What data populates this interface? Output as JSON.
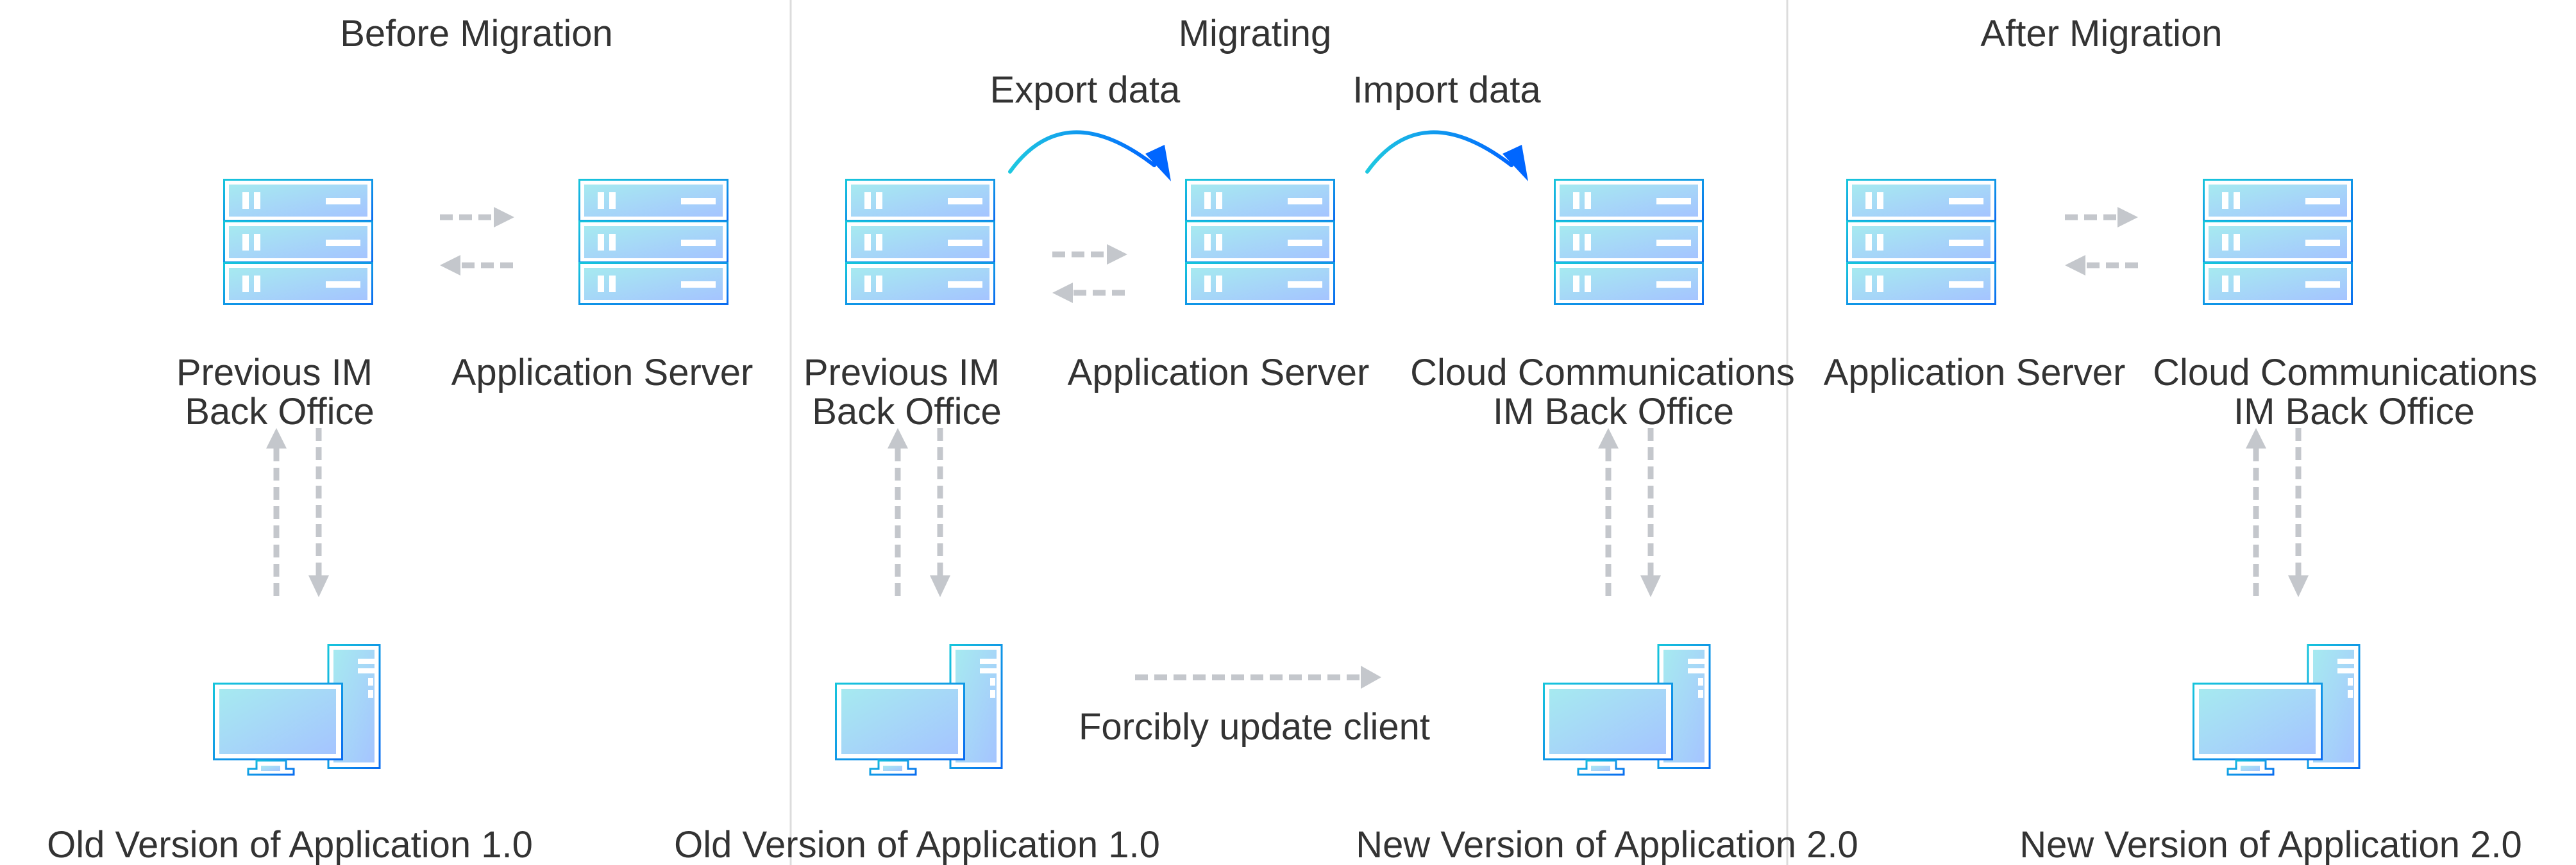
{
  "colors": {
    "text": "#333333",
    "divider": "#dcdcdc",
    "dashed_arrow": "#c4c7cc",
    "icon_border_start": "#17c5dc",
    "icon_border_end": "#0a6cf0",
    "icon_fill_start": "#a6eaf0",
    "icon_fill_end": "#a5c4ff",
    "curve_start": "#1ec8e0",
    "curve_end": "#0066ff"
  },
  "sections": [
    {
      "title": "Before Migration",
      "nodes": {
        "server_a": "Previous IM Back Office",
        "server_a_lines": [
          "Previous IM",
          "Back Office"
        ],
        "server_b": "Application Server",
        "client": "Old Version of Application 1.0"
      }
    },
    {
      "title": "Migrating",
      "export_label": "Export data",
      "import_label": "Import data",
      "update_label": "Forcibly update client",
      "nodes": {
        "server_a_lines": [
          "Previous IM",
          "Back Office"
        ],
        "server_b": "Application Server",
        "server_c_lines": [
          "Cloud Communications",
          "IM Back Office"
        ],
        "client_old": "Old Version of Application 1.0",
        "client_new": "New Version of Application 2.0"
      }
    },
    {
      "title": "After Migration",
      "nodes": {
        "server_b": "Application Server",
        "server_c_lines": [
          "Cloud Communications",
          "IM Back Office"
        ],
        "client": "New Version of Application 2.0"
      }
    }
  ],
  "icons": {
    "server": "server-rack-icon",
    "client": "desktop-computer-icon",
    "dashed_arrow": "dashed-arrow-icon",
    "curved_arrow": "curved-arrow-icon"
  }
}
